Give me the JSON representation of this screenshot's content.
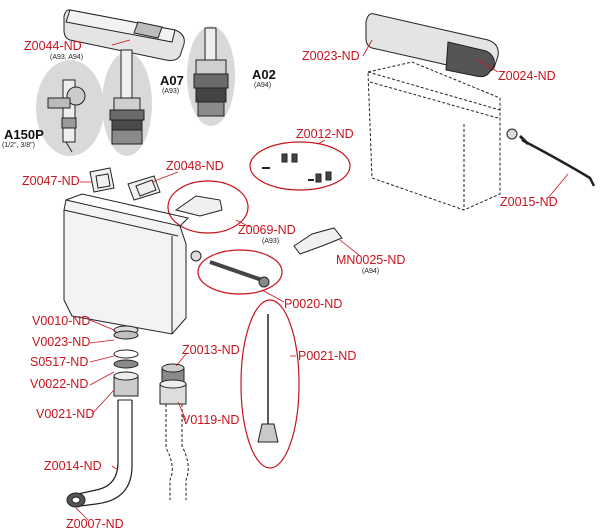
{
  "colors": {
    "accent": "#c8141e",
    "part_fill": "#e6e6e6",
    "line": "#222222",
    "valve_bg": "#d9d9d9"
  },
  "labels": {
    "z0044": "Z0044-ND",
    "z0044_sub": "(A93, A94)",
    "a07": "A07",
    "a07_sub": "(A93)",
    "a02": "A02",
    "a02_sub": "(A94)",
    "a150p": "A150P",
    "a150p_sub": "(1/2\", 3/8\")",
    "z0023": "Z0023-ND",
    "z0024": "Z0024-ND",
    "z0012": "Z0012-ND",
    "z0047": "Z0047-ND",
    "z0048": "Z0048-ND",
    "z0069": "Z0069-ND",
    "z0069_sub": "(A93)",
    "mn0025": "MN0025-ND",
    "mn0025_sub": "(A94)",
    "z0015": "Z0015-ND",
    "p0020": "P0020-ND",
    "v0010": "V0010-ND",
    "v0023": "V0023-ND",
    "s0517": "S0517-ND",
    "v0022": "V0022-ND",
    "v0021": "V0021-ND",
    "z0013": "Z0013-ND",
    "v0119": "V0119-ND",
    "p0021": "P0021-ND",
    "z0014": "Z0014-ND",
    "z0007": "Z0007-ND"
  }
}
